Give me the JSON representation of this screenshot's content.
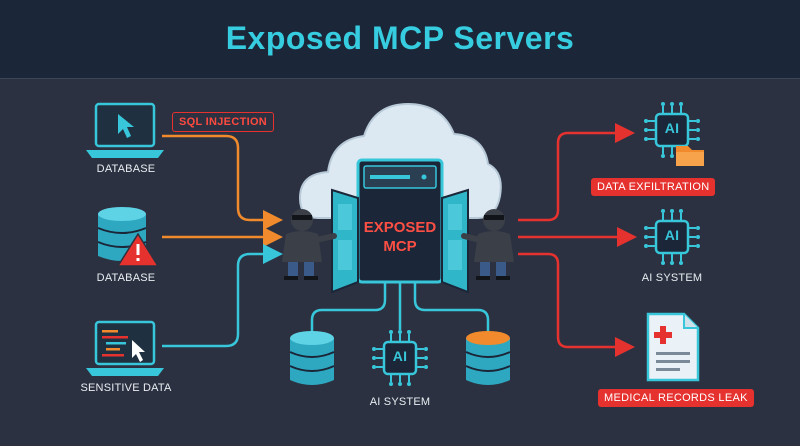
{
  "title": "Exposed MCP Servers",
  "left_labels": [
    "DATABASE",
    "DATABASE",
    "SENSITIVE DATA"
  ],
  "sql_tag": "SQL INJECTION",
  "center": {
    "line1": "EXPOSED",
    "line2": "MCP"
  },
  "bottom_label": "AI SYSTEM",
  "right_labels": {
    "exfil": "DATA EXFILTRATION",
    "ai_system": "AI SYSTEM",
    "medical": "MEDICAL RECORDS LEAK"
  },
  "ai_chip_text": "AI",
  "icons": [
    "monitor-cursor-icon",
    "database-warning-icon",
    "code-monitor-icon",
    "hacker-icon",
    "cloud-icon",
    "server-icon",
    "ai-chip-icon",
    "folder-icon",
    "medical-document-icon"
  ],
  "colors": {
    "title": "#37cde0",
    "cyan": "#38c6da",
    "orange": "#f08a2c",
    "red": "#e5322f",
    "teal_door": "#2fb6c8"
  }
}
